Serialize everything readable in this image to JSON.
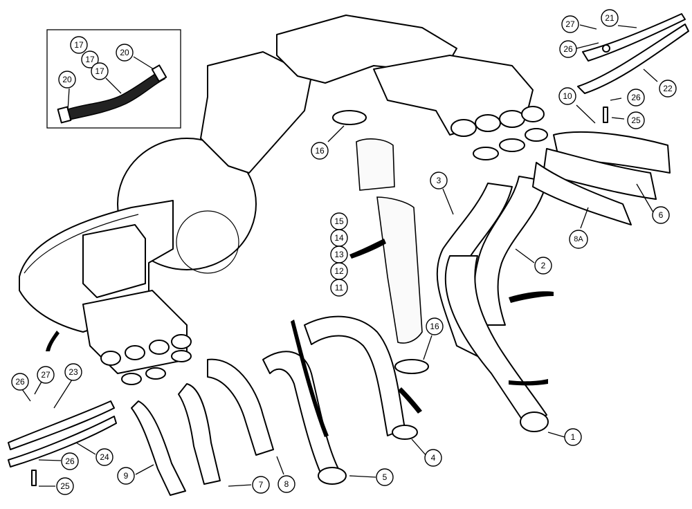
{
  "callouts": [
    {
      "id": "c-17a",
      "label": "17"
    },
    {
      "id": "c-17b",
      "label": "17"
    },
    {
      "id": "c-17c",
      "label": "17"
    },
    {
      "id": "c-20a",
      "label": "20"
    },
    {
      "id": "c-20b",
      "label": "20"
    },
    {
      "id": "c-16a",
      "label": "16"
    },
    {
      "id": "c-16b",
      "label": "16"
    },
    {
      "id": "c-15",
      "label": "15"
    },
    {
      "id": "c-14",
      "label": "14"
    },
    {
      "id": "c-13",
      "label": "13"
    },
    {
      "id": "c-12",
      "label": "12"
    },
    {
      "id": "c-11",
      "label": "11"
    },
    {
      "id": "c-3",
      "label": "3"
    },
    {
      "id": "c-2",
      "label": "2"
    },
    {
      "id": "c-1",
      "label": "1"
    },
    {
      "id": "c-10",
      "label": "10"
    },
    {
      "id": "c-6",
      "label": "6"
    },
    {
      "id": "c-8A",
      "label": "8A"
    },
    {
      "id": "c-21",
      "label": "21"
    },
    {
      "id": "c-27a",
      "label": "27"
    },
    {
      "id": "c-26a",
      "label": "26"
    },
    {
      "id": "c-22",
      "label": "22"
    },
    {
      "id": "c-26b",
      "label": "26"
    },
    {
      "id": "c-25a",
      "label": "25"
    },
    {
      "id": "c-23",
      "label": "23"
    },
    {
      "id": "c-26c",
      "label": "26"
    },
    {
      "id": "c-27b",
      "label": "27"
    },
    {
      "id": "c-24",
      "label": "24"
    },
    {
      "id": "c-26d",
      "label": "26"
    },
    {
      "id": "c-25b",
      "label": "25"
    },
    {
      "id": "c-9",
      "label": "9"
    },
    {
      "id": "c-7",
      "label": "7"
    },
    {
      "id": "c-8",
      "label": "8"
    },
    {
      "id": "c-5",
      "label": "5"
    },
    {
      "id": "c-4",
      "label": "4"
    }
  ]
}
